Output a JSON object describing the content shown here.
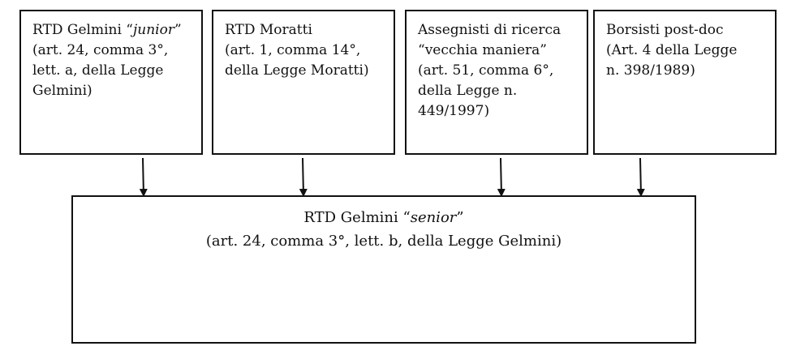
{
  "sources": [
    {
      "id": "rtd-junior",
      "lines": [
        [
          {
            "t": "RTD Gelmini “"
          },
          {
            "t": "junior",
            "i": true
          },
          {
            "t": "”"
          }
        ],
        [
          {
            "t": "(art. 24, comma 3°,"
          }
        ],
        [
          {
            "t": "lett. a, della Legge"
          }
        ],
        [
          {
            "t": "Gelmini)"
          }
        ]
      ]
    },
    {
      "id": "rtd-moratti",
      "lines": [
        [
          {
            "t": "RTD Moratti"
          }
        ],
        [
          {
            "t": "(art. 1, comma 14°,"
          }
        ],
        [
          {
            "t": "della Legge Moratti)"
          }
        ]
      ]
    },
    {
      "id": "assegnisti",
      "lines": [
        [
          {
            "t": "Assegnisti di ricerca"
          }
        ],
        [
          {
            "t": "“vecchia maniera”"
          }
        ],
        [
          {
            "t": "(art. 51, comma 6°,"
          }
        ],
        [
          {
            "t": "della Legge n."
          }
        ],
        [
          {
            "t": "449/1997)"
          }
        ]
      ]
    },
    {
      "id": "borsisti",
      "lines": [
        [
          {
            "t": "Borsisti post-doc"
          }
        ],
        [
          {
            "t": "(Art. 4 della Legge"
          }
        ],
        [
          {
            "t": "n. 398/1989)"
          }
        ]
      ]
    }
  ],
  "target": {
    "id": "rtd-senior",
    "lines": [
      [
        {
          "t": "RTD Gelmini “"
        },
        {
          "t": "senior",
          "i": true
        },
        {
          "t": "”"
        }
      ],
      [
        {
          "t": "(art. 24, comma 3°, lett. b, della Legge Gelmini)"
        }
      ]
    ]
  },
  "edges": [
    {
      "from": "rtd-junior",
      "to": "rtd-senior"
    },
    {
      "from": "rtd-moratti",
      "to": "rtd-senior"
    },
    {
      "from": "assegnisti",
      "to": "rtd-senior"
    },
    {
      "from": "borsisti",
      "to": "rtd-senior"
    }
  ],
  "colors": {
    "stroke": "#111111",
    "background": "#ffffff"
  }
}
